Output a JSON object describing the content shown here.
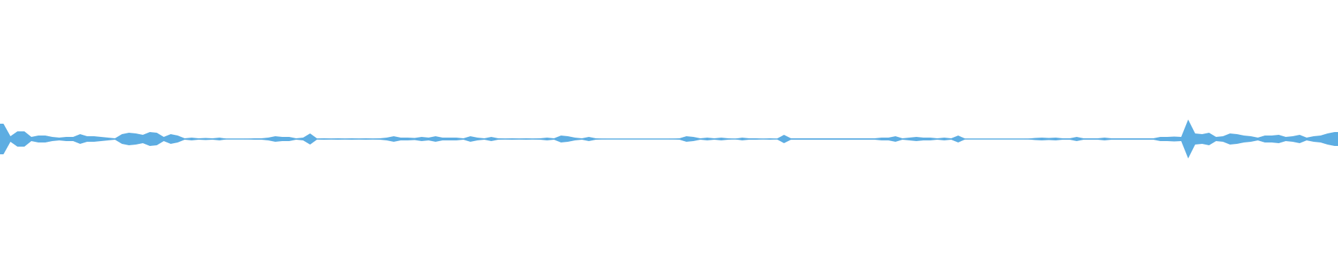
{
  "chart_data": {
    "type": "area",
    "title": "",
    "xlabel": "",
    "ylabel": "",
    "mirrored": true,
    "ylim": [
      -1,
      1
    ],
    "grid": false,
    "legend": "none",
    "color": "#5dade2",
    "peaks": [
      0.11,
      0.02,
      0.055,
      0.055,
      0.015,
      0.025,
      0.025,
      0.015,
      0.01,
      0.015,
      0.015,
      0.035,
      0.02,
      0.02,
      0.015,
      0.01,
      0.005,
      0.035,
      0.045,
      0.04,
      0.03,
      0.05,
      0.045,
      0.015,
      0.035,
      0.025,
      0.005,
      0.01,
      0.005,
      0.0075,
      0.005,
      0.01,
      0.0025,
      0.0025,
      0.0025,
      0.0025,
      0.005,
      0.005,
      0.01,
      0.02,
      0.015,
      0.015,
      0.005,
      0.01,
      0.04,
      0.0035,
      0.005,
      0.0035,
      0.005,
      0.0035,
      0.005,
      0.0035,
      0.005,
      0.0035,
      0.005,
      0.01,
      0.02,
      0.01,
      0.01,
      0.0075,
      0.015,
      0.01,
      0.02,
      0.01,
      0.01,
      0.01,
      0.005,
      0.02,
      0.01,
      0.005,
      0.015,
      0.005,
      0.0035,
      0.005,
      0.0035,
      0.005,
      0.0035,
      0.005,
      0.01,
      0.005,
      0.025,
      0.02,
      0.01,
      0.005,
      0.015,
      0.005,
      0.0025,
      0.0025,
      0.0025,
      0.0025,
      0.0025,
      0.0025,
      0.0025,
      0.0025,
      0.0025,
      0.0025,
      0.0025,
      0.005,
      0.02,
      0.015,
      0.005,
      0.01,
      0.005,
      0.01,
      0.005,
      0.0025,
      0.01,
      0.005,
      0.005,
      0.0025,
      0.005,
      0.0025,
      0.03,
      0.005,
      0.005,
      0.005,
      0.005,
      0.005,
      0.005,
      0.005,
      0.005,
      0.005,
      0.005,
      0.005,
      0.005,
      0.005,
      0.01,
      0.01,
      0.02,
      0.005,
      0.01,
      0.015,
      0.01,
      0.01,
      0.005,
      0.01,
      0.005,
      0.025,
      0.0025,
      0.0025,
      0.0025,
      0.0025,
      0.0025,
      0.0025,
      0.0025,
      0.0025,
      0.0025,
      0.0025,
      0.0075,
      0.01,
      0.0075,
      0.01,
      0.005,
      0.005,
      0.015,
      0.005,
      0.005,
      0.005,
      0.01,
      0.005,
      0.005,
      0.005,
      0.005,
      0.005,
      0.005,
      0.005,
      0.015,
      0.015,
      0.0175,
      0.015,
      0.14,
      0.04,
      0.035,
      0.045,
      0.015,
      0.02,
      0.04,
      0.035,
      0.025,
      0.02,
      0.01,
      0.025,
      0.025,
      0.03,
      0.015,
      0.02,
      0.03,
      0.01,
      0.02,
      0.025,
      0.04,
      0.05
    ]
  }
}
